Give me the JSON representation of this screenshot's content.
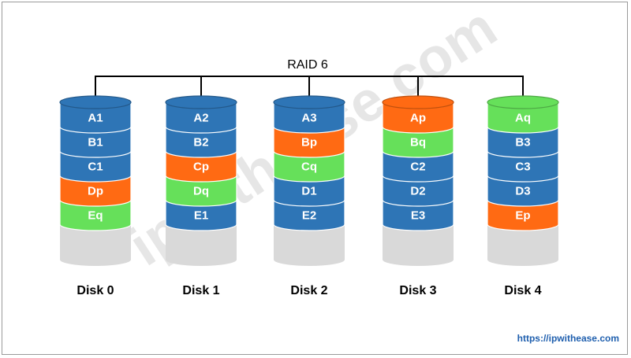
{
  "diagram": {
    "title": "RAID 6",
    "colors": {
      "data": "#2e75b6",
      "parity_p": "#ff6a13",
      "parity_q": "#66e05a",
      "empty": "#d9d9d9",
      "connector": "#000000"
    },
    "disks": [
      {
        "label": "Disk 0",
        "blocks": [
          {
            "text": "A1",
            "kind": "data"
          },
          {
            "text": "B1",
            "kind": "data"
          },
          {
            "text": "C1",
            "kind": "data"
          },
          {
            "text": "Dp",
            "kind": "parity_p"
          },
          {
            "text": "Eq",
            "kind": "parity_q"
          }
        ]
      },
      {
        "label": "Disk 1",
        "blocks": [
          {
            "text": "A2",
            "kind": "data"
          },
          {
            "text": "B2",
            "kind": "data"
          },
          {
            "text": "Cp",
            "kind": "parity_p"
          },
          {
            "text": "Dq",
            "kind": "parity_q"
          },
          {
            "text": "E1",
            "kind": "data"
          }
        ]
      },
      {
        "label": "Disk 2",
        "blocks": [
          {
            "text": "A3",
            "kind": "data"
          },
          {
            "text": "Bp",
            "kind": "parity_p"
          },
          {
            "text": "Cq",
            "kind": "parity_q"
          },
          {
            "text": "D1",
            "kind": "data"
          },
          {
            "text": "E2",
            "kind": "data"
          }
        ]
      },
      {
        "label": "Disk 3",
        "blocks": [
          {
            "text": "Ap",
            "kind": "parity_p"
          },
          {
            "text": "Bq",
            "kind": "parity_q"
          },
          {
            "text": "C2",
            "kind": "data"
          },
          {
            "text": "D2",
            "kind": "data"
          },
          {
            "text": "E3",
            "kind": "data"
          }
        ]
      },
      {
        "label": "Disk 4",
        "blocks": [
          {
            "text": "Aq",
            "kind": "parity_q"
          },
          {
            "text": "B3",
            "kind": "data"
          },
          {
            "text": "C3",
            "kind": "data"
          },
          {
            "text": "D3",
            "kind": "data"
          },
          {
            "text": "Ep",
            "kind": "parity_p"
          }
        ]
      }
    ]
  },
  "watermark": "ipwithease.com",
  "source_url": "https://ipwithease.com"
}
